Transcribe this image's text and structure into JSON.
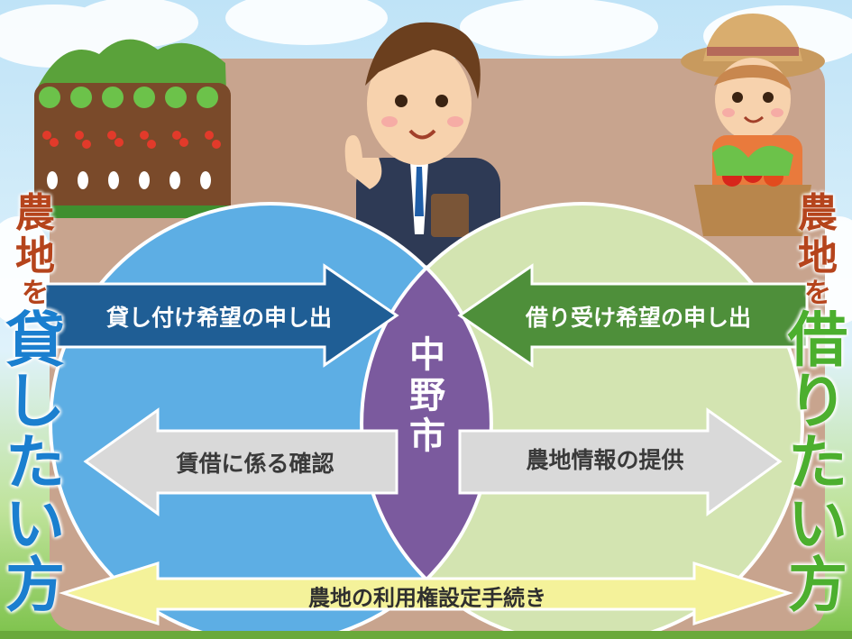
{
  "diagram": {
    "left_title": [
      "農",
      "地",
      "を",
      "貸",
      "し",
      "た",
      "い",
      "方"
    ],
    "right_title": [
      "農",
      "地",
      "を",
      "借",
      "り",
      "た",
      "い",
      "方"
    ],
    "center": [
      "中",
      "野",
      "市"
    ],
    "arrows": {
      "lend_request": "貸し付け希望の申し出",
      "borrow_request": "借り受け希望の申し出",
      "lease_confirm": "賃借に係る確認",
      "farmland_info": "農地情報の提供",
      "procedure": "農地の利用権設定手続き"
    }
  },
  "colors": {
    "lend_circle": "#5daee4",
    "borrow_circle": "#d3e4b1",
    "center_lens": "#7b5a9e",
    "lend_arrow": "#1f5e95",
    "borrow_arrow": "#4e8f3a",
    "info_arrow": "#d9d9d9",
    "procedure_arrow": "#f4f29a",
    "board": "#c8a48e"
  }
}
